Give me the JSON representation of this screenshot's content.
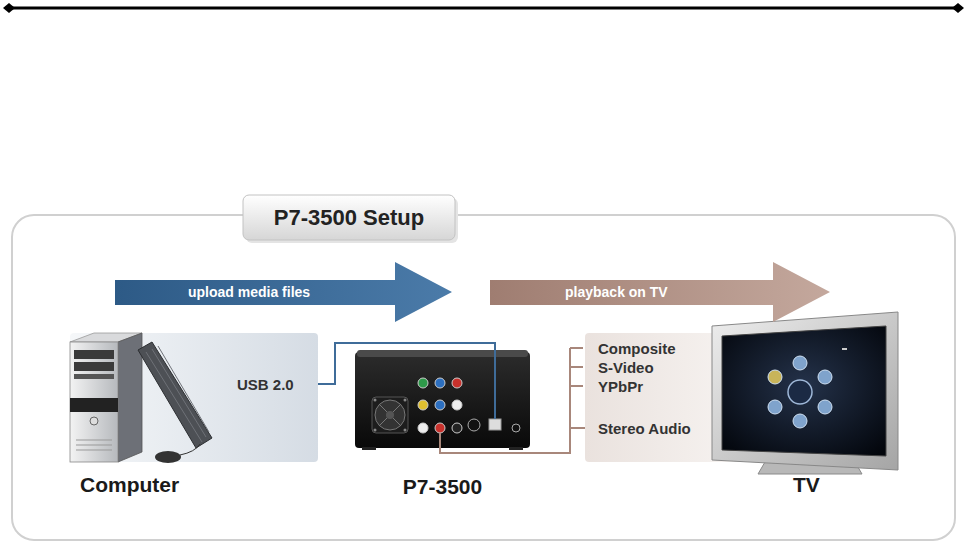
{
  "diagram": {
    "title": "P7-3500 Setup",
    "nodes": [
      {
        "text": [
          "upload media files"
        ]
      },
      {
        "text": [
          "playback on TV"
        ]
      },
      {
        "text": [
          "USB 2.0",
          "Computer"
        ]
      },
      {
        "text": [
          "P7-3500"
        ]
      },
      {
        "text": [
          "Composite",
          "S-Video",
          "YPbPr",
          "Stereo Audio",
          "TV"
        ]
      }
    ],
    "edges": [
      {
        "from": 2,
        "to": 3,
        "arrow": "none"
      },
      {
        "from": 3,
        "to": 4,
        "arrow": "none"
      }
    ]
  }
}
